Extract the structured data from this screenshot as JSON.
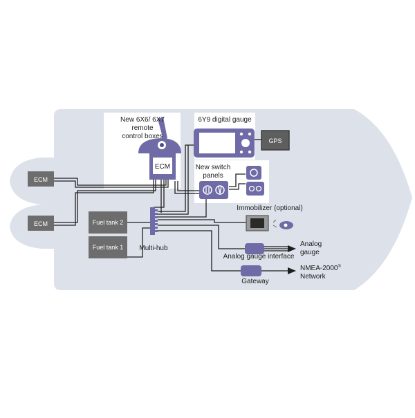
{
  "diagram": {
    "labels": {
      "remote_control": [
        "New 6X6/ 6X7",
        "remote",
        "control boxes"
      ],
      "ecm_main": "ECM",
      "digital_gauge": "6Y9 digital gauge",
      "gps": "GPS",
      "switch_panels": [
        "New switch",
        "panels"
      ],
      "ecm_top": "ECM",
      "ecm_bottom": "ECM",
      "fuel_tank_2": "Fuel tank 2",
      "fuel_tank_1": "Fuel tank 1",
      "multi_hub": "Multi-hub",
      "immobilizer": "Immobilizer (optional)",
      "analog_gauge": [
        "Analog",
        "gauge"
      ],
      "analog_gauge_interface": "Analog gauge interface",
      "gateway": "Gateway",
      "nmea": [
        "NMEA-2000",
        "Network"
      ],
      "nmea_superscript": "®"
    },
    "colors": {
      "hull": "#dde1ea",
      "purple": "#6e6ba6",
      "purple_dark": "#4f4c86",
      "box_grey": "#6d6d6d",
      "gps_grey": "#5e5e5e",
      "wire": "#1e1e1e",
      "white_panel": "#ffffff"
    }
  }
}
